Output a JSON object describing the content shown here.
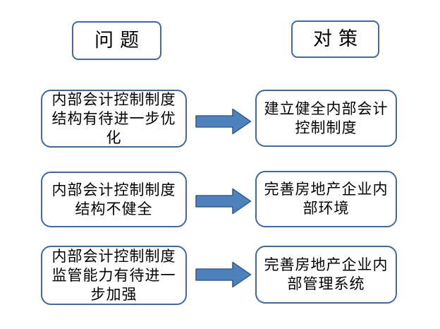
{
  "colors": {
    "box_border": "#41699c",
    "arrow_fill": "#4f81bd",
    "arrow_stroke": "#385d8a",
    "text": "#000000",
    "background": "#ffffff"
  },
  "headers": {
    "problem": "问题",
    "solution": "对策"
  },
  "rows": [
    {
      "problem_lines": [
        "内部会计控制制度",
        "结构有待进一步优",
        "化"
      ],
      "solution_lines": [
        "建立健全内部会计",
        "控制制度"
      ]
    },
    {
      "problem_lines": [
        "内部会计控制制度",
        "结构不健全"
      ],
      "solution_lines": [
        "完善房地产企业内",
        "部环境"
      ]
    },
    {
      "problem_lines": [
        "内部会计控制制度",
        "监管能力有待进一",
        "步加强"
      ],
      "solution_lines": [
        "完善房地产企业内",
        "部管理系统"
      ]
    }
  ]
}
